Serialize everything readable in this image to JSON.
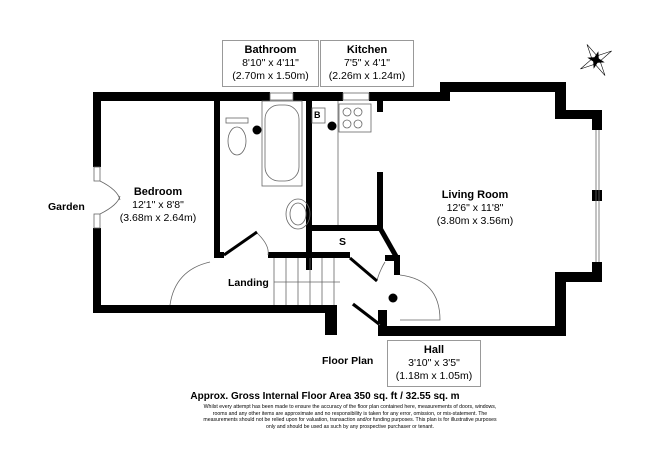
{
  "rooms": {
    "bathroom": {
      "name": "Bathroom",
      "imperial": "8'10\" x 4'11\"",
      "metric": "(2.70m x 1.50m)"
    },
    "kitchen": {
      "name": "Kitchen",
      "imperial": "7'5\" x 4'1\"",
      "metric": "(2.26m x 1.24m)"
    },
    "bedroom": {
      "name": "Bedroom",
      "imperial": "12'1\" x 8'8\"",
      "metric": "(3.68m x 2.64m)"
    },
    "living_room": {
      "name": "Living Room",
      "imperial": "12'6\" x 11'8\"",
      "metric": "(3.80m x 3.56m)"
    },
    "hall": {
      "name": "Hall",
      "imperial": "3'10\" x 3'5\"",
      "metric": "(1.18m x 1.05m)"
    }
  },
  "labels": {
    "garden": "Garden",
    "landing": "Landing",
    "boiler": "B",
    "storage": "S",
    "floor_plan": "Floor Plan"
  },
  "area": "Approx. Gross Internal Floor Area 350 sq. ft / 32.55 sq. m",
  "disclaimer": "Whilst every attempt has been made to ensure the accuracy of the floor plan contained here, measurements of doors, windows, rooms and any other items are approximate and no responsibility is taken for any error, omission, or mis-statement. The measurements should not be relied upon for valuation, transaction and/or funding purposes. This plan is for illustrative purposes only and should be used as such by any prospective purchaser or tenant.",
  "icons": {
    "compass": "compass-rose-icon"
  }
}
